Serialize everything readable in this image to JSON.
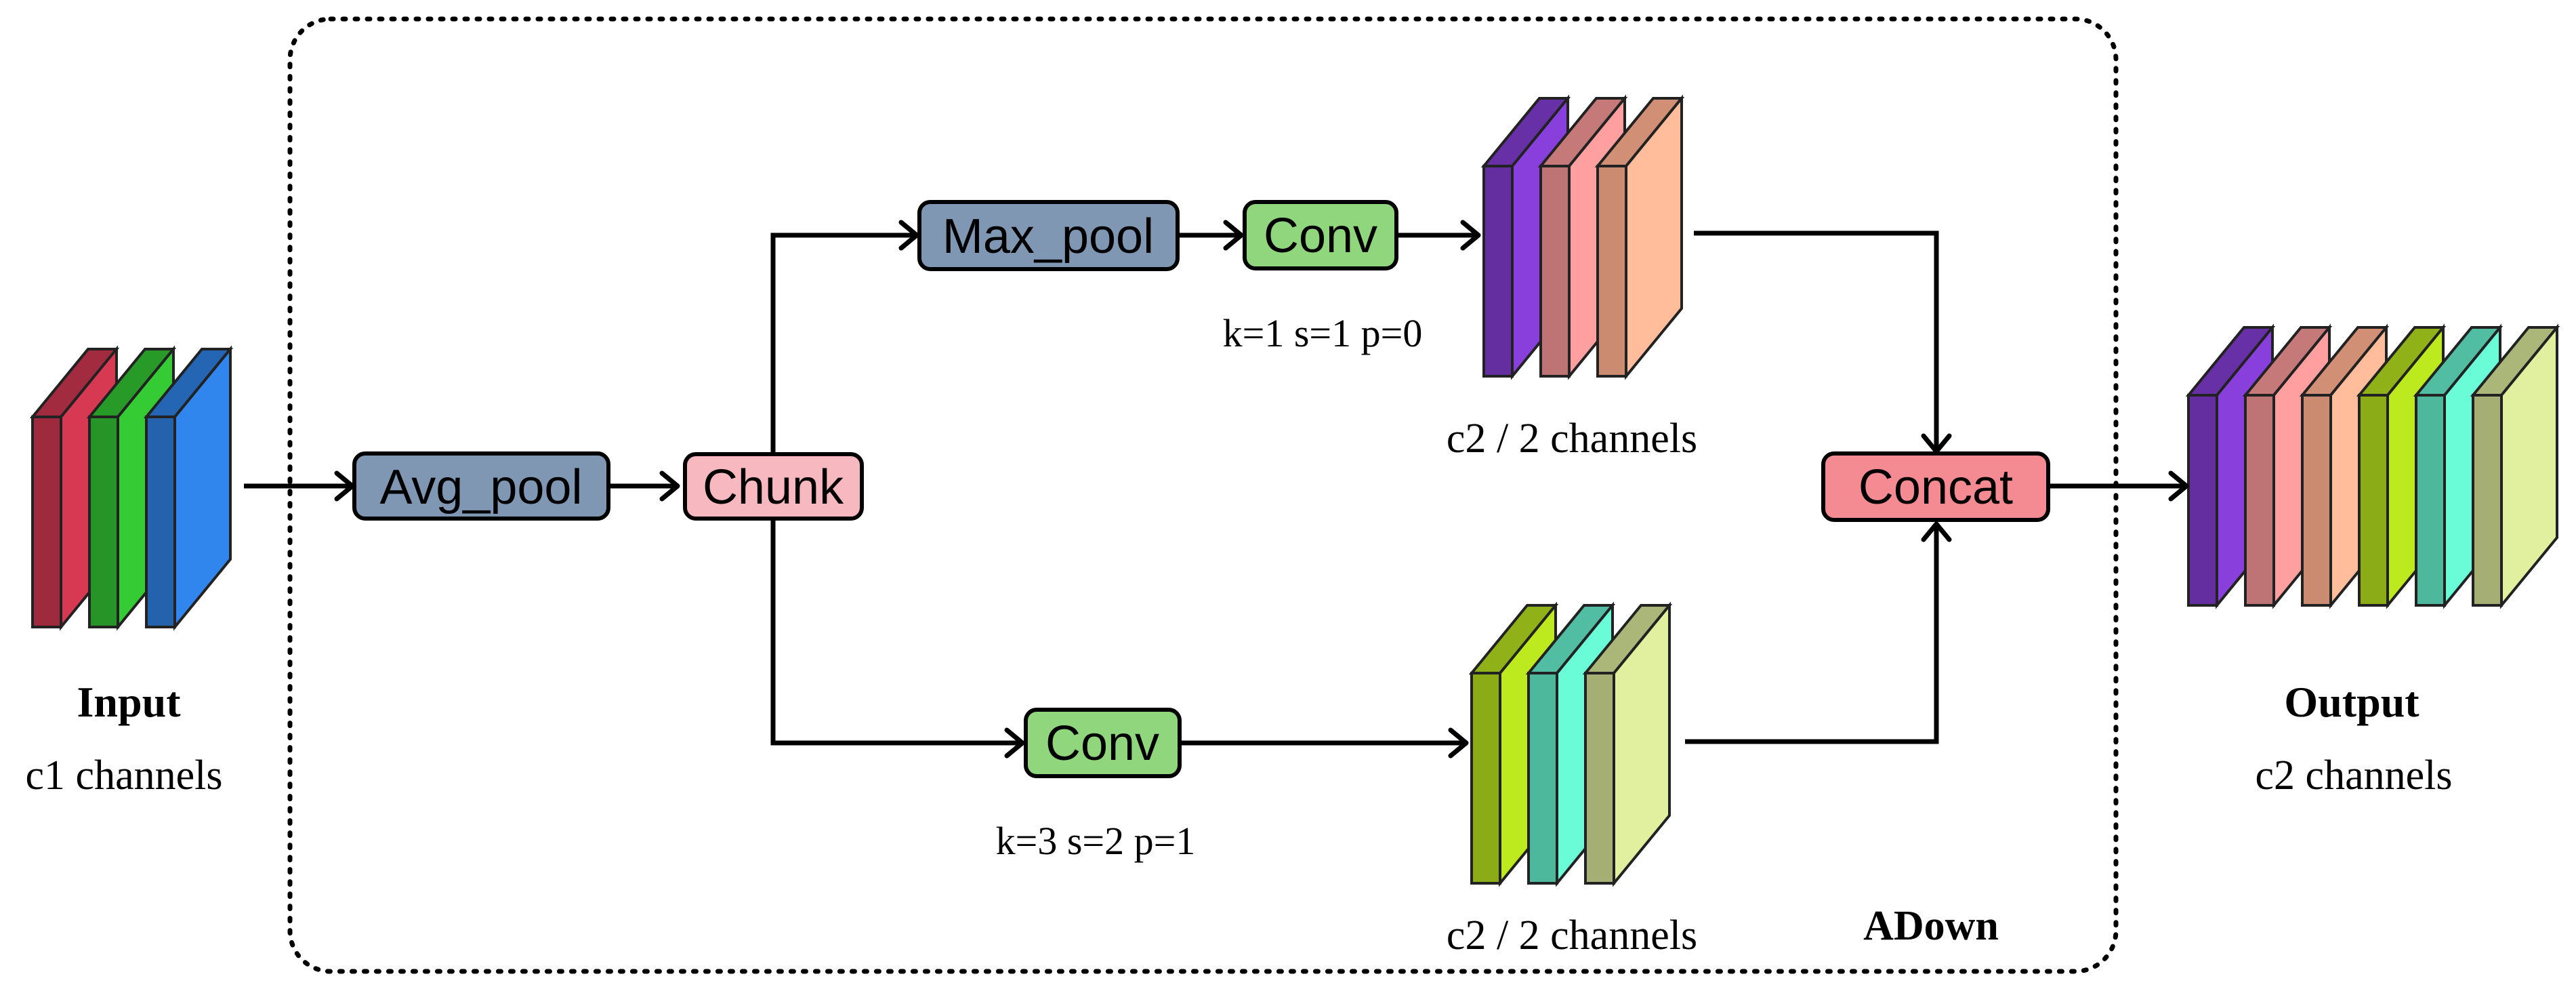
{
  "module": {
    "name": "ADown",
    "name_color": "#1f5aa6"
  },
  "input": {
    "title": "Input",
    "channels": "c1 channels",
    "colors": [
      "#c0334a",
      "#2fb52f",
      "#2c78d4"
    ]
  },
  "output": {
    "title": "Output",
    "channels": "c2 channels",
    "colors": [
      "#7a38c4",
      "#e88e8e",
      "#f6a98a",
      "#a9d11c",
      "#5fe0c0",
      "#c9d68e"
    ]
  },
  "nodes": {
    "avg_pool": {
      "label": "Avg_pool",
      "fill": "#7f97b2"
    },
    "chunk": {
      "label": "Chunk",
      "fill": "#f7b8c0"
    },
    "max_pool": {
      "label": "Max_pool",
      "fill": "#7f97b2"
    },
    "conv_top": {
      "label": "Conv",
      "fill": "#8fd67c",
      "params": "k=1 s=1 p=0"
    },
    "conv_bottom": {
      "label": "Conv",
      "fill": "#8fd67c",
      "params": "k=3 s=2 p=1"
    },
    "concat": {
      "label": "Concat",
      "fill": "#f48a92"
    }
  },
  "features": {
    "top": {
      "channels": "c2 / 2 channels",
      "colors": [
        "#7a38c4",
        "#e88e8e",
        "#f6a98a"
      ]
    },
    "bottom": {
      "channels": "c2 / 2 channels",
      "colors": [
        "#a9d11c",
        "#5fe0c0",
        "#c9d68e"
      ]
    }
  }
}
